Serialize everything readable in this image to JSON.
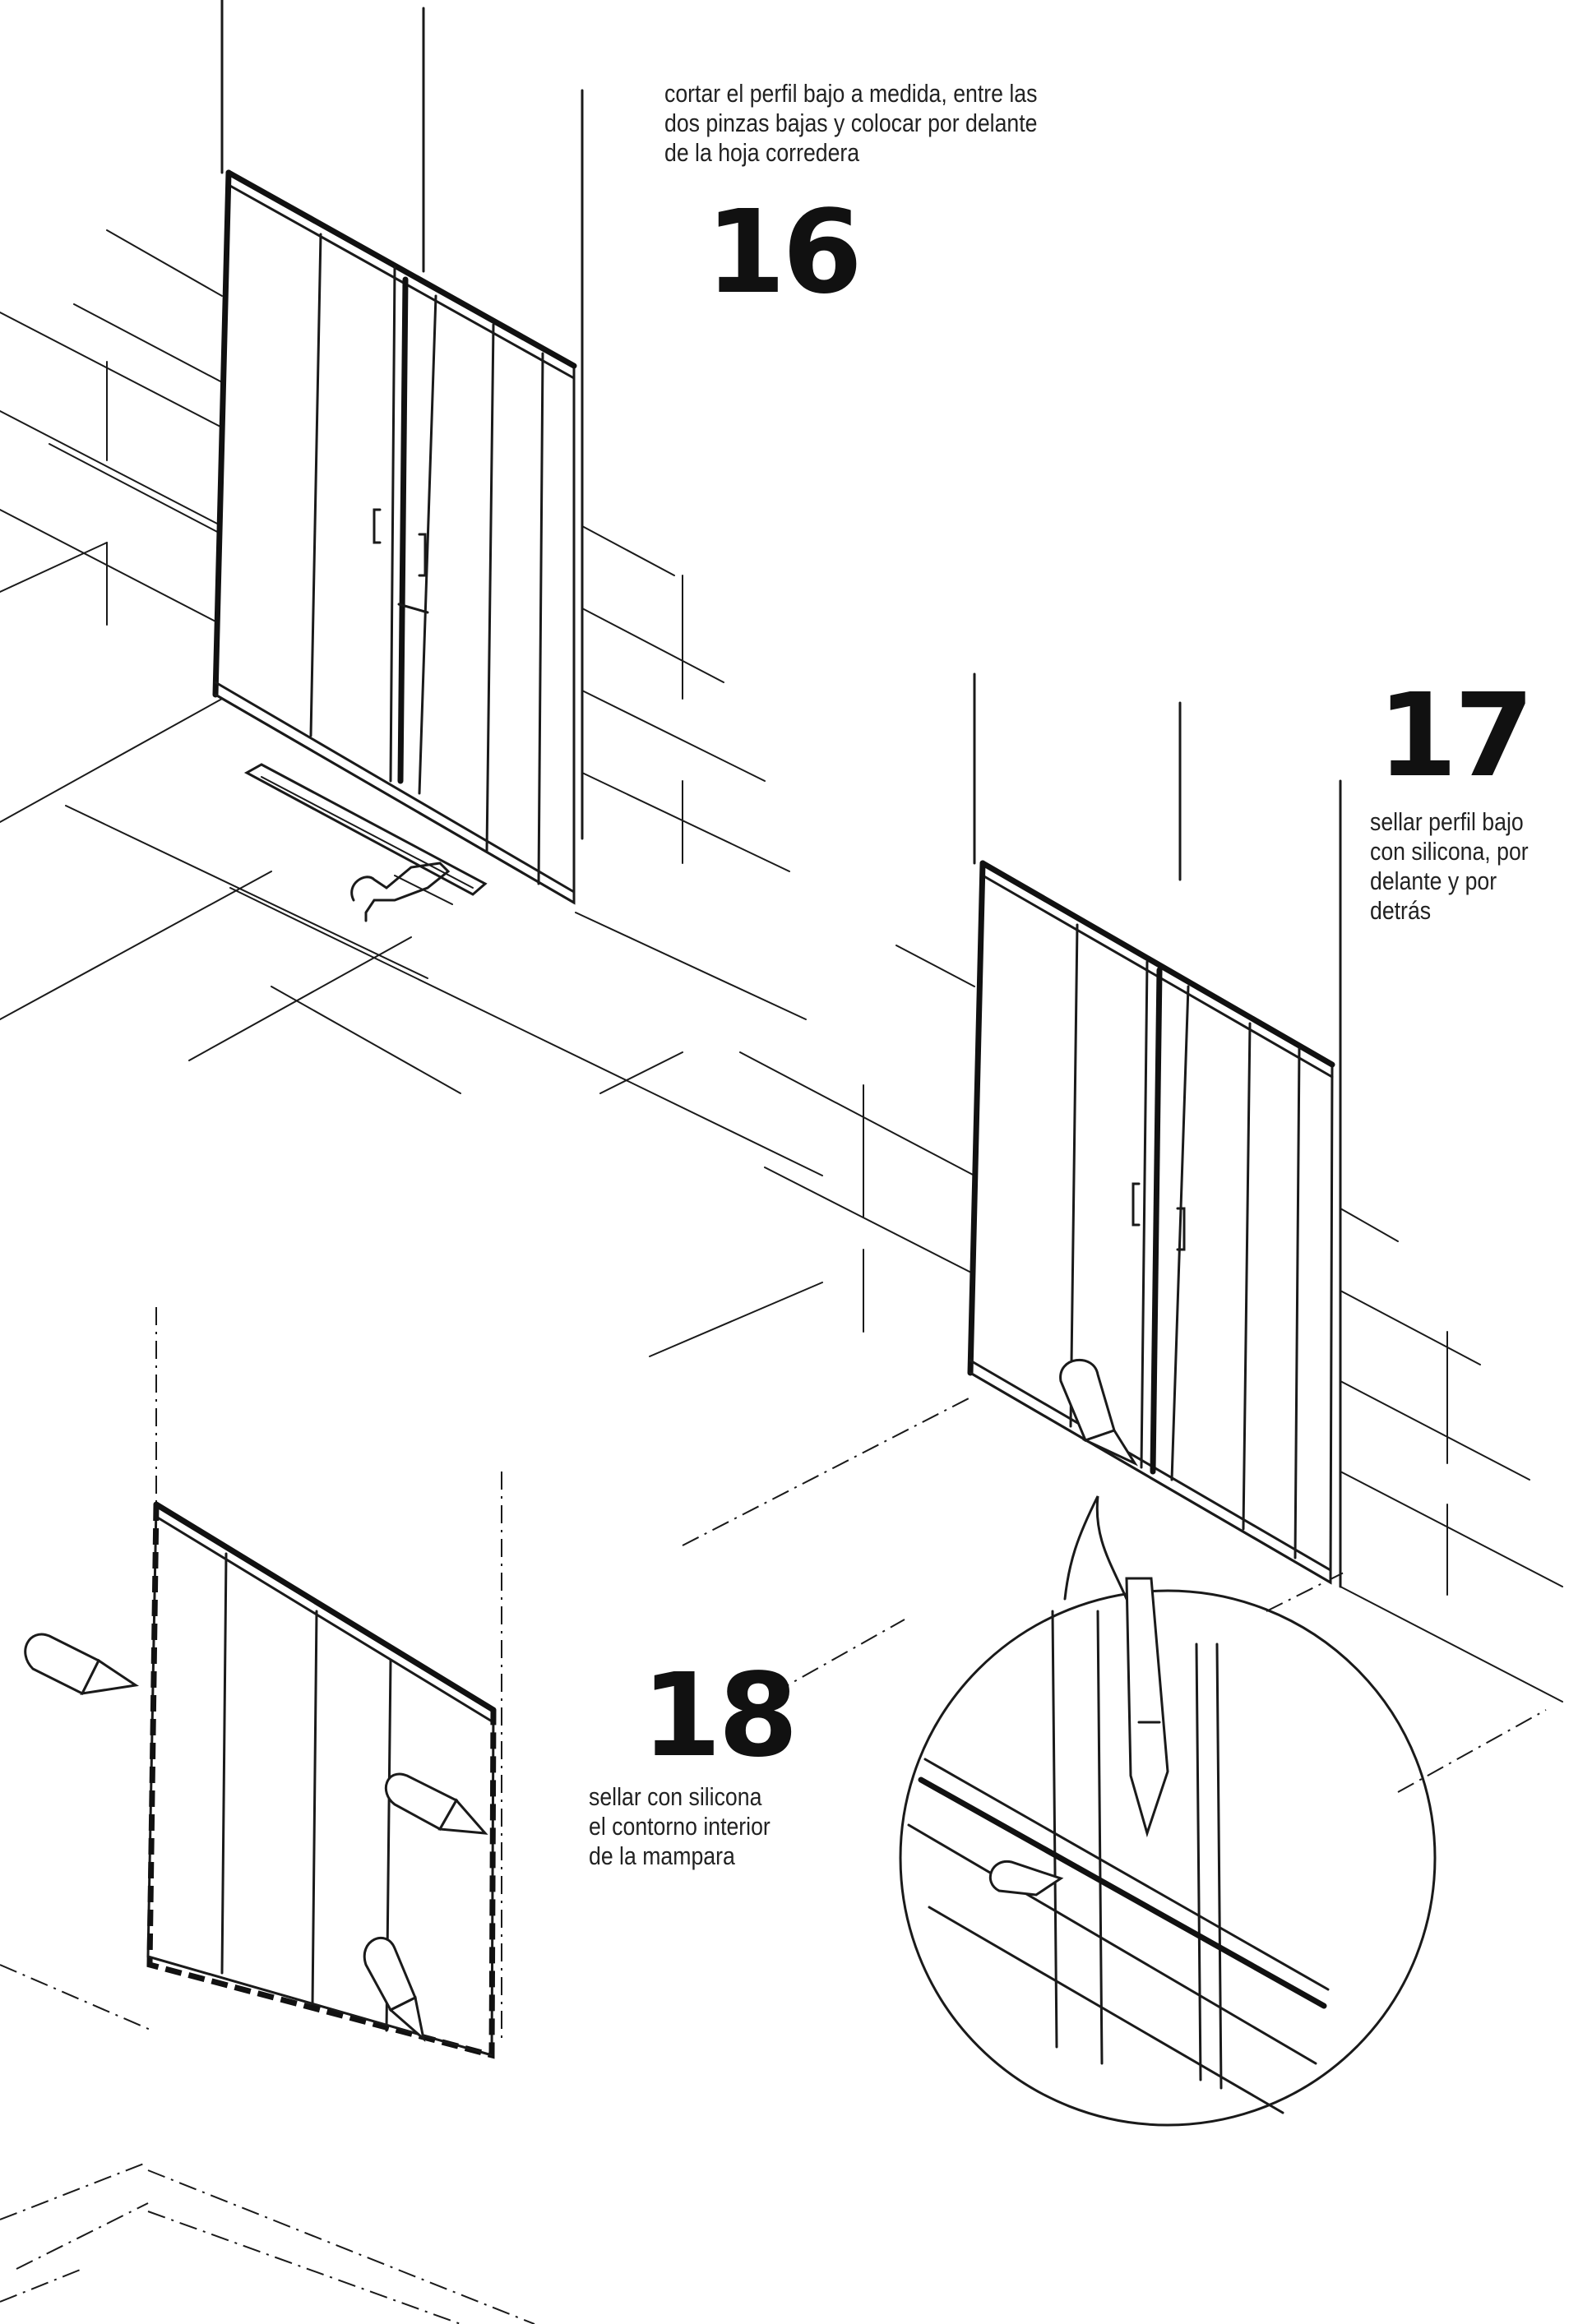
{
  "steps": {
    "s16": {
      "number": "16",
      "lines": [
        "cortar el perfil bajo a medida, entre las",
        "dos pinzas bajas y colocar por delante",
        "de la hoja corredera"
      ]
    },
    "s17": {
      "number": "17",
      "lines": [
        "sellar perfil bajo",
        "con silicona, por",
        "delante y por",
        "detrás"
      ]
    },
    "s18": {
      "number": "18",
      "lines": [
        "sellar con silicona",
        "el contorno interior",
        "de la mampara"
      ]
    }
  },
  "icons": [
    "silicone-tube-icon",
    "magnifier-detail-icon",
    "handle-icon"
  ]
}
